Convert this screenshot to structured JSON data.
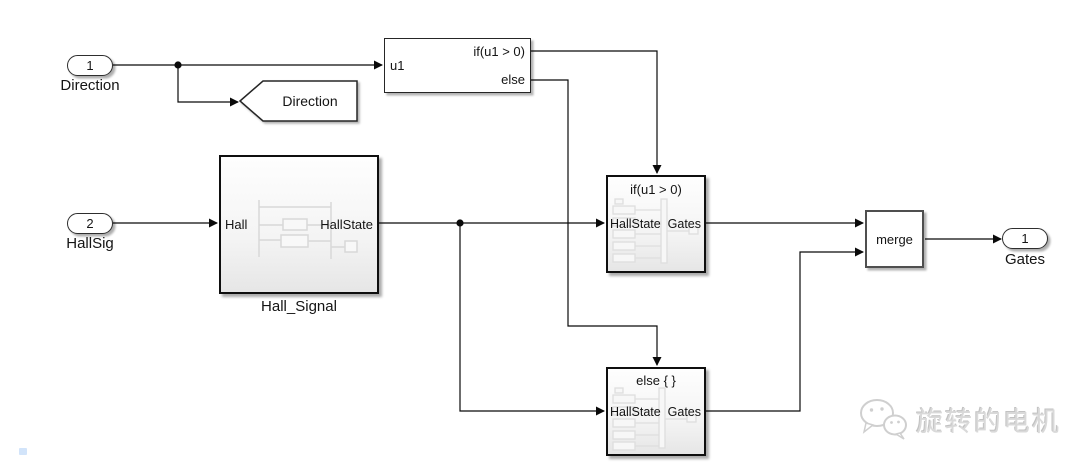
{
  "blocks": {
    "inport_direction": {
      "number": "1",
      "label": "Direction"
    },
    "inport_hallsig": {
      "number": "2",
      "label": "HallSig"
    },
    "goto_direction": {
      "tag": "Direction"
    },
    "if_block": {
      "input_label": "u1",
      "output_if_label": "if(u1 > 0)",
      "output_else_label": "else"
    },
    "hall_signal": {
      "input_port": "Hall",
      "output_port": "HallState",
      "name": "Hall_Signal"
    },
    "if_action": {
      "title": "if(u1 > 0)",
      "input_port": "HallState",
      "output_port": "Gates"
    },
    "else_action": {
      "title": "else { }",
      "input_port": "HallState",
      "output_port": "Gates"
    },
    "merge": {
      "label": "merge"
    },
    "outport_gates": {
      "number": "1",
      "label": "Gates"
    }
  },
  "watermark": {
    "icon": "wechat-icon",
    "text": "旋转的电机"
  },
  "colors": {
    "wire": "#0a0a0a",
    "subsystem_border": "#0f0f0f",
    "ghost": "#dcdcdc",
    "watermark_text": "#d9d9d9",
    "selection_dot": "#d2e4fa"
  }
}
